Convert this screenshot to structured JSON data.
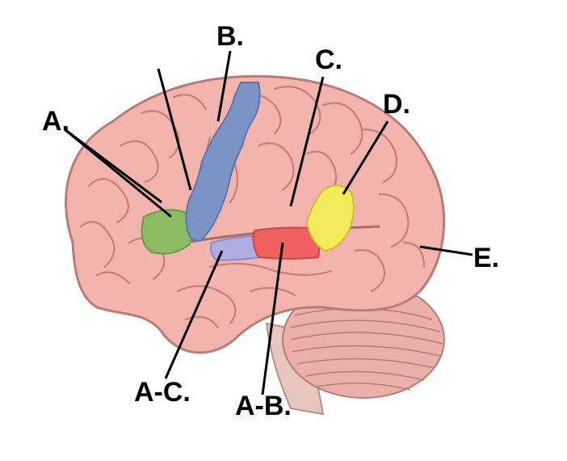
{
  "labels": {
    "a": "A.",
    "b": "B.",
    "c": "C.",
    "d": "D.",
    "e": "E.",
    "ac": "A-C.",
    "ab": "A-B."
  },
  "colors": {
    "brain": "#f2b4ad",
    "gyrus_outline": "#c97f79",
    "cerebellum": "#eab1aa",
    "brainstem": "#e7c6bd",
    "region_green": "#8dbb62",
    "region_blue": "#7b93c5",
    "region_lavender": "#aeaee3",
    "region_red": "#f06060",
    "region_yellow": "#f3ea5a"
  }
}
